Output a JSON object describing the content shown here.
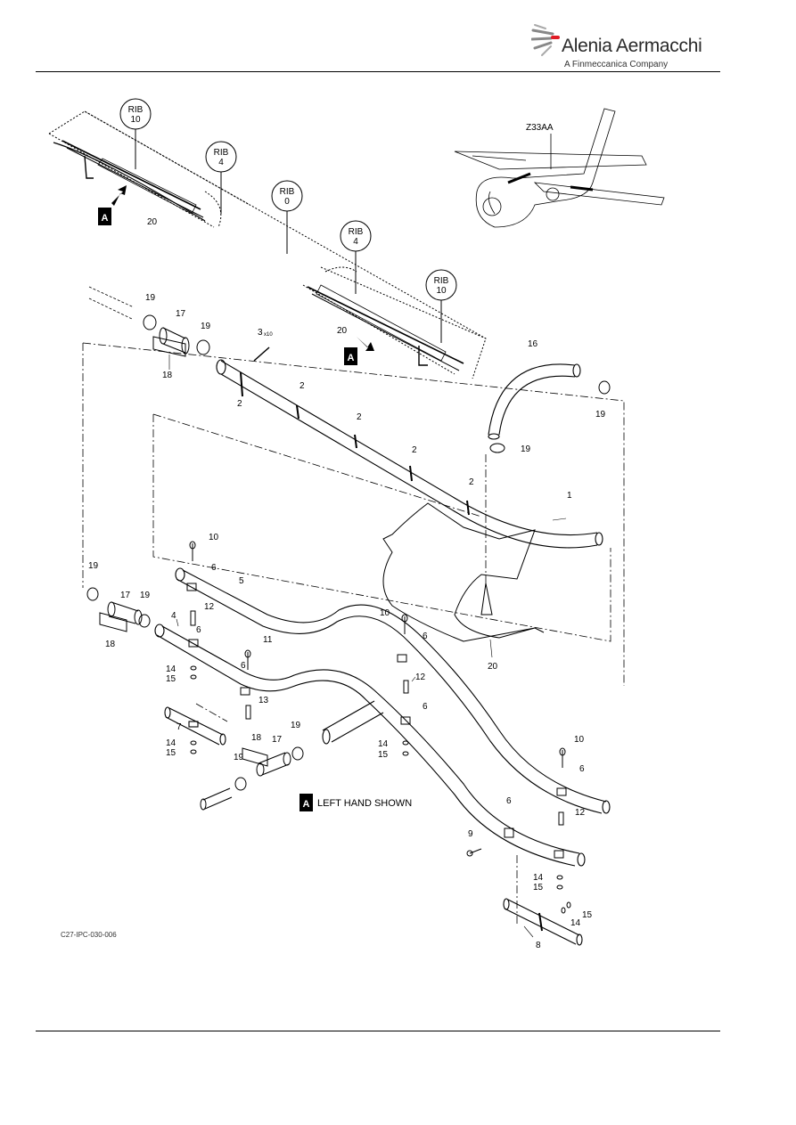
{
  "header": {
    "logo_name": "Alenia Aermacchi",
    "logo_sub": "A Finmeccanica Company",
    "logo_color": "#e01b24"
  },
  "figure": {
    "code": "C27-IPC-030-006",
    "zone": "Z33AA",
    "view_tag": "A",
    "view_note": "LEFT HAND SHOWN",
    "ribs": [
      {
        "top": "RIB",
        "num": "10"
      },
      {
        "top": "RIB",
        "num": "4"
      },
      {
        "top": "RIB",
        "num": "0"
      },
      {
        "top": "RIB",
        "num": "4"
      },
      {
        "top": "RIB",
        "num": "10"
      }
    ],
    "callouts": [
      "20",
      "20",
      "19",
      "17",
      "19",
      "18",
      "3",
      "x10",
      "16",
      "19",
      "19",
      "2",
      "2",
      "2",
      "2",
      "2",
      "1",
      "10",
      "6",
      "5",
      "19",
      "17",
      "19",
      "12",
      "4",
      "6",
      "18",
      "10",
      "6",
      "11",
      "6",
      "14",
      "15",
      "12",
      "13",
      "6",
      "7",
      "14",
      "15",
      "18",
      "17",
      "19",
      "19",
      "14",
      "15",
      "10",
      "6",
      "6",
      "12",
      "9",
      "14",
      "15",
      "15",
      "14",
      "8",
      "20"
    ]
  }
}
